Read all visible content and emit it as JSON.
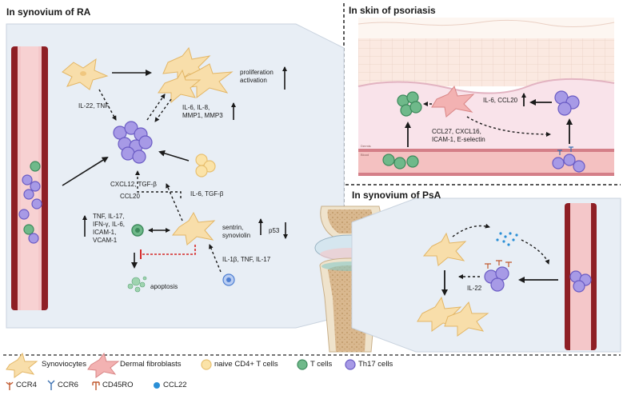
{
  "panels": {
    "ra": {
      "title": "In synovium of RA"
    },
    "psoriasis": {
      "title": "In skin of psoriasis",
      "dermis_label": "Dermis",
      "blood_label": "Blood"
    },
    "psa": {
      "title": "In synovium of PsA"
    }
  },
  "ra_labels": {
    "proliferation": "proliferation",
    "activation": "activation",
    "il22_tnf": "IL-22, TNF",
    "il6_il8": "IL-6, IL-8,",
    "mmp": "MMP1, MMP3",
    "cxcl12": "CXCL12, TGF-β",
    "ccl20": "CCL20",
    "il6_tgfb": "IL-6, TGF-β",
    "tnf_il17": "TNF, IL-17,",
    "ifng_il6": "IFN-γ, IL-6,",
    "icam1": "ICAM-1,",
    "vcam1": "VCAM-1",
    "sentrin": "sentrin,",
    "synoviolin": "synoviolin",
    "p53": "p53",
    "il1b": "IL-1β, TNF, IL-17",
    "apoptosis": "apoptosis"
  },
  "psoriasis_labels": {
    "il6_ccl20": "IL-6, CCL20",
    "ccl27": "CCL27, CXCL16,",
    "icam_esel": "ICAM-1, E-selectin"
  },
  "psa_labels": {
    "il22": "IL-22"
  },
  "legend": {
    "synoviocytes": "Synoviocytes",
    "dermal_fibroblasts": "Dermal fibroblasts",
    "naive_cd4": "naive CD4+ T cells",
    "t_cells": "T cells",
    "th17": "Th17 cells",
    "ccr4": "CCR4",
    "ccr6": "CCR6",
    "cd45ro": "CD45RO",
    "ccl22": "CCL22"
  },
  "colors": {
    "synoviocyte": "#f8deaa",
    "synoviocyte_stroke": "#e3b665",
    "fibroblast": "#f3b2b2",
    "naive": "#fbe3a8",
    "tcell": "#6fb98a",
    "th17": "#a79ae6",
    "vessel": "#8e1f25",
    "vessel_inner": "#f4c7c9",
    "panel_bg": "#e8eef5",
    "inhibit": "#d62828",
    "ccl22": "#2a8fd6"
  }
}
